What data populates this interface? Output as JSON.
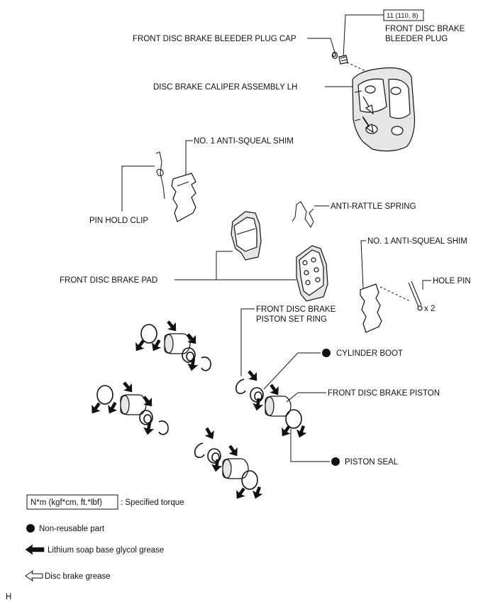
{
  "labels": {
    "bleeder_plug_cap": "FRONT DISC BRAKE BLEEDER PLUG CAP",
    "torque_value": "11 (110, 8)",
    "bleeder_plug_line1": "FRONT DISC BRAKE",
    "bleeder_plug_line2": "BLEEDER PLUG",
    "caliper": "DISC BRAKE CALIPER ASSEMBLY LH",
    "anti_squeal_shim_top": "NO. 1 ANTI-SQUEAL SHIM",
    "pin_hold_clip": "PIN HOLD CLIP",
    "anti_rattle_spring": "ANTI-RATTLE SPRING",
    "anti_squeal_shim_right": "NO. 1 ANTI-SQUEAL SHIM",
    "front_disc_brake_pad": "FRONT DISC BRAKE PAD",
    "hole_pin": "HOLE PIN",
    "hole_pin_qty": "x 2",
    "set_ring_line1": "FRONT DISC BRAKE",
    "set_ring_line2": "PISTON SET RING",
    "cylinder_boot": "CYLINDER BOOT",
    "piston": "FRONT DISC BRAKE PISTON",
    "piston_seal": "PISTON SEAL"
  },
  "legend": {
    "torque_box": "N*m (kgf*cm, ft.*lbf)",
    "torque_desc": ": Specified torque",
    "non_reusable": "Non-reusable part",
    "lithium_grease": "Lithium soap base glycol grease",
    "disc_grease": "Disc brake grease"
  },
  "corner_mark": "H"
}
